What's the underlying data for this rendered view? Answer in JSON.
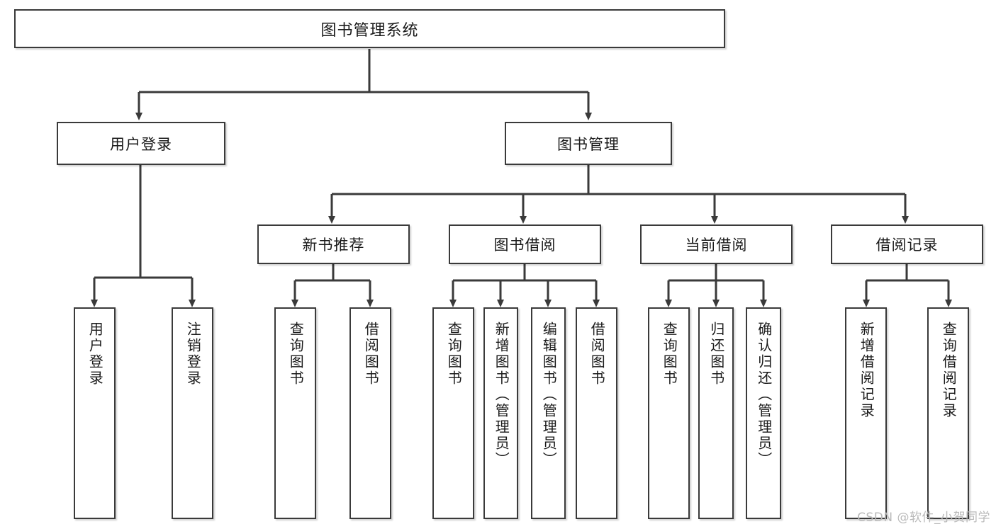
{
  "diagram": {
    "title": "图书管理系统",
    "type": "tree-hierarchy",
    "root": {
      "label": "图书管理系统"
    },
    "level2": [
      {
        "label": "用户登录"
      },
      {
        "label": "图书管理"
      }
    ],
    "level3": [
      {
        "label": "新书推荐"
      },
      {
        "label": "图书借阅"
      },
      {
        "label": "当前借阅"
      },
      {
        "label": "借阅记录"
      }
    ],
    "leaves": {
      "user_login": [
        {
          "label": "用户登录"
        },
        {
          "label": "注销登录"
        }
      ],
      "new_book_recommend": [
        {
          "label": "查询图书"
        },
        {
          "label": "借阅图书"
        }
      ],
      "book_borrow": [
        {
          "label": "查询图书"
        },
        {
          "label": "新增图书（管理员）"
        },
        {
          "label": "编辑图书（管理员）"
        },
        {
          "label": "借阅图书"
        }
      ],
      "current_borrow": [
        {
          "label": "查询图书"
        },
        {
          "label": "归还图书"
        },
        {
          "label": "确认归还（管理员）"
        }
      ],
      "borrow_record": [
        {
          "label": "新增借阅记录"
        },
        {
          "label": "查询借阅记录"
        }
      ]
    }
  },
  "watermark": {
    "text": "CSDN @软件_小贺同学"
  },
  "colors": {
    "background": "#ffffff",
    "box_border": "#3a3a3a",
    "box_fill": "#ffffff",
    "connector": "#3a3a3a",
    "text": "#1a1a1a",
    "watermark": "#b9b9b9"
  }
}
